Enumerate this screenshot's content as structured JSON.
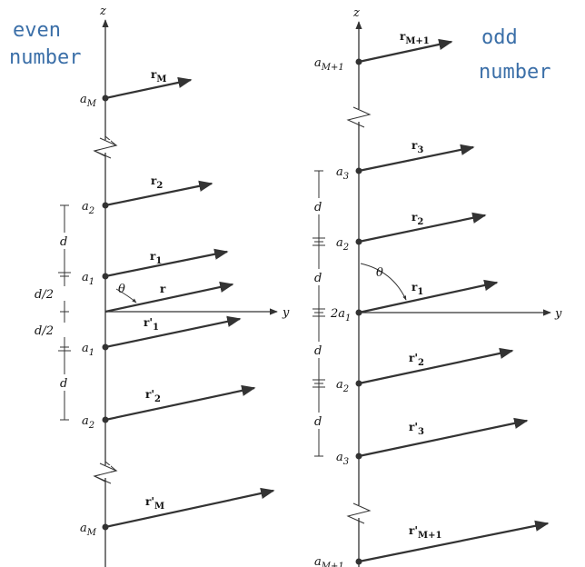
{
  "handwritten": {
    "even": [
      "even",
      "number"
    ],
    "odd": [
      "odd",
      "number"
    ]
  },
  "axes": {
    "z": "z",
    "y": "y"
  },
  "theta": "θ",
  "left": {
    "points": [
      "a_M",
      "a_2",
      "a_1",
      "a_1",
      "a_2",
      "a_M"
    ],
    "vectors": [
      "r_M",
      "r_2",
      "r_1",
      "r",
      "r'_1",
      "r'_2",
      "r'_M"
    ],
    "spacing": [
      "d",
      "d/2",
      "d/2",
      "d"
    ]
  },
  "right": {
    "points": [
      "a_{M+1}",
      "a_3",
      "a_2",
      "2a_1",
      "a_2",
      "a_3",
      "a_{M+1}"
    ],
    "vectors": [
      "r_{M+1}",
      "r_3",
      "r_2",
      "r_1",
      "r'_2",
      "r'_3",
      "r'_{M+1}"
    ],
    "spacing": [
      "d",
      "d",
      "d",
      "d"
    ]
  }
}
